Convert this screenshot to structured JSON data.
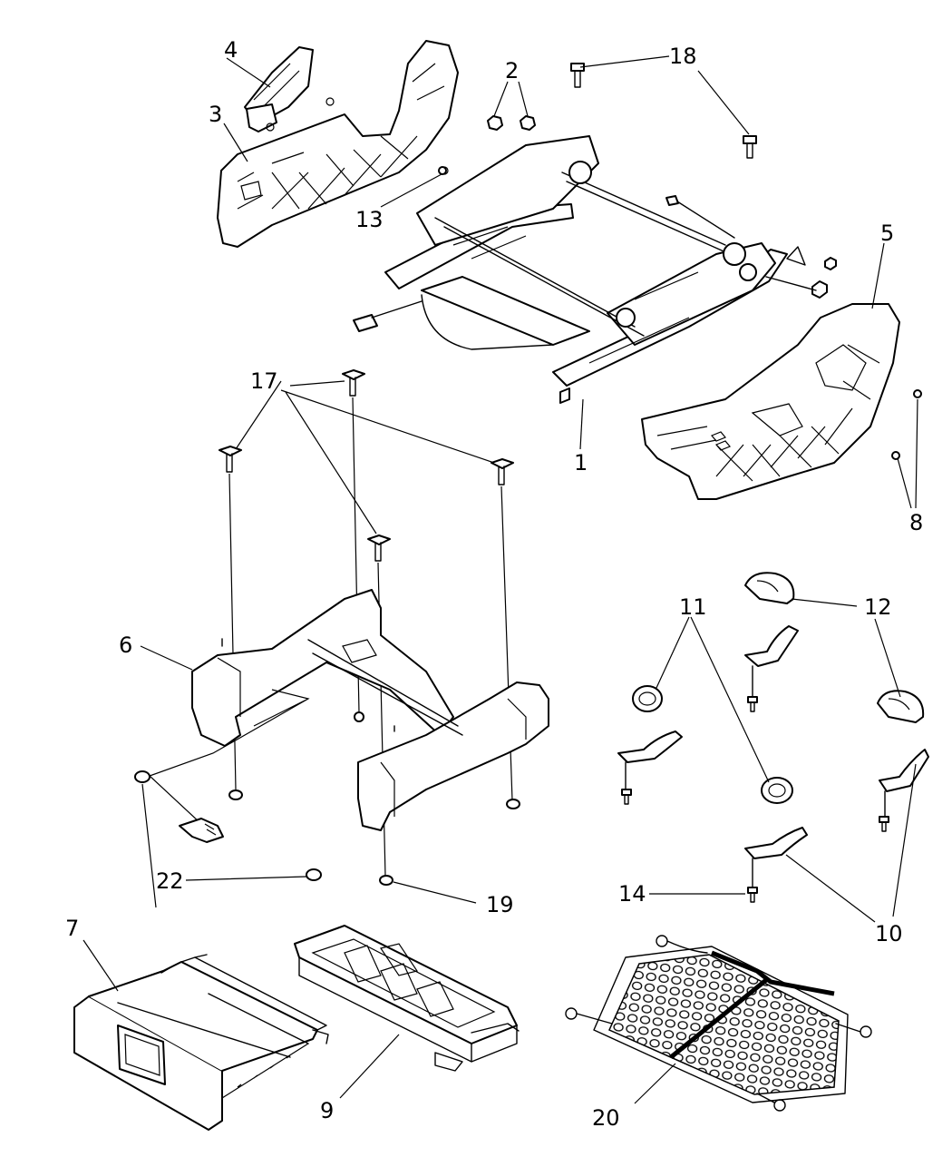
{
  "diagram": {
    "callouts": {
      "c1": "1",
      "c2": "2",
      "c3": "3",
      "c4": "4",
      "c5": "5",
      "c6": "6",
      "c7": "7",
      "c8": "8",
      "c9": "9",
      "c10": "10",
      "c11": "11",
      "c12": "12",
      "c13": "13",
      "c14": "14",
      "c17": "17",
      "c18": "18",
      "c19": "19",
      "c20": "20",
      "c22": "22"
    }
  }
}
